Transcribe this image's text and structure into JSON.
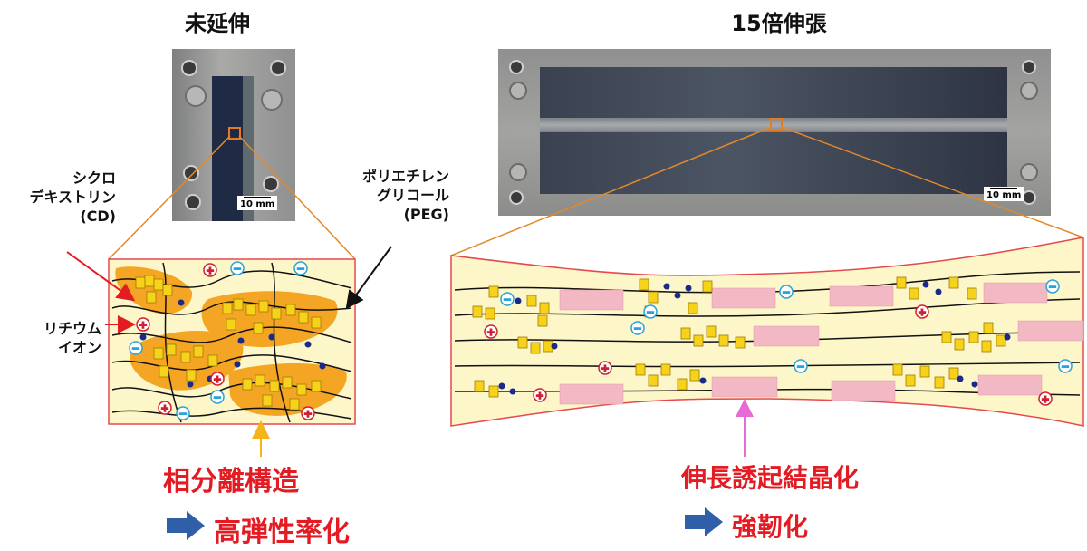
{
  "titles": {
    "left": "未延伸",
    "right": "15倍伸張"
  },
  "scale_bar": {
    "left": "10 mm",
    "right": "10 mm"
  },
  "labels": {
    "cd": "シクロ\nデキストリン\n(CD)",
    "peg": "ポリエチレン\nグリコール\n(PEG)",
    "li": "リチウム\nイオン"
  },
  "results": {
    "left_structure": "相分離構造",
    "left_effect": "高弾性率化",
    "right_structure": "伸長誘起結晶化",
    "right_effect": "強靭化"
  },
  "colors": {
    "panel_fill": "#fdf6c8",
    "panel_border": "#e5484d",
    "phase_orange": "#f4a11c",
    "cd_yellow": "#f6d31a",
    "blue_dot": "#1a2a8c",
    "cation_red": "#d01f2e",
    "anion_blue": "#2aa3d8",
    "crystal_pink": "#f2b8c3",
    "arrow_blue": "#2f5fa8",
    "zoom_line": "#e3892b"
  }
}
